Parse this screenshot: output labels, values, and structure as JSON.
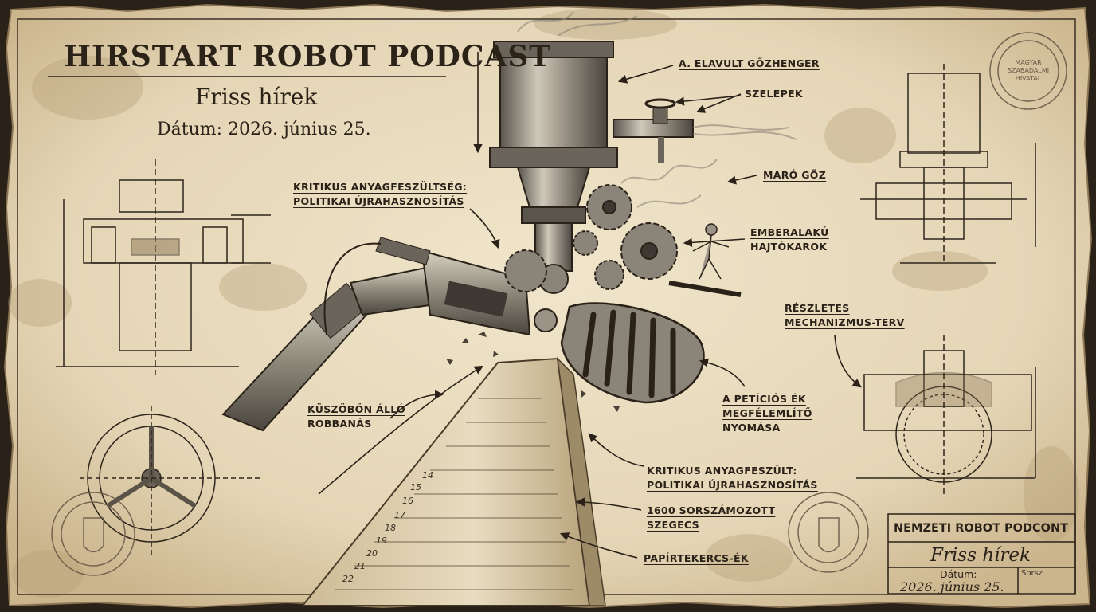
{
  "header": {
    "title": "HIRSTART ROBOT PODCAST",
    "subtitle": "Friss hírek",
    "date": "Dátum: 2026. június 25."
  },
  "callouts": {
    "steam_cylinder": [
      "A. ELAVULT GŐZHENGER"
    ],
    "valves": [
      "SZELEPEK"
    ],
    "corrosive_steam": [
      "MARÓ GŐZ"
    ],
    "stress_top": [
      "KRITIKUS ANYAGFESZÜLTSÉG:",
      "POLITIKAI ÚJRAHASZNOSÍTÁS"
    ],
    "cranks": [
      "EMBERALAKÚ",
      "HAJTÓKAROK"
    ],
    "mechanism": [
      "RÉSZLETES",
      "MECHANIZMUS-TERV"
    ],
    "explosion": [
      "KÜSZÖBÖN ÁLLÓ",
      "ROBBANÁS"
    ],
    "petition": [
      "A PETÍCIÓS ÉK",
      "MEGFÉLEMLÍTŐ",
      "NYOMÁSA"
    ],
    "stress_bottom": [
      "KRITIKUS ANYAGFESZÜLT:",
      "POLITIKAI ÚJRAHASZNOSÍTÁS"
    ],
    "rivets": [
      "1600 SORSZÁMOZOTT",
      "SZEGECS"
    ],
    "paper_wedge": [
      "PAPÍRTEKERCS-ÉK"
    ]
  },
  "title_block": {
    "title": "NEMZETI ROBOT PODCONT",
    "subtitle": "Friss hírek",
    "date_label": "Dátum:",
    "date": "2026. június 25.",
    "extra": "Sorsz"
  },
  "stamps": {
    "top_right": [
      "MAGYAR",
      "SZABADALMI",
      "HIVATAL"
    ]
  },
  "paper_numbers": [
    "14",
    "15",
    "16",
    "17",
    "18",
    "19",
    "20",
    "21",
    "22"
  ],
  "colors": {
    "paper": "#e9dcc0",
    "ink": "#2a2118",
    "stain": "#b39a72",
    "metal": "#8b8478",
    "dark_metal": "#3d3832"
  }
}
